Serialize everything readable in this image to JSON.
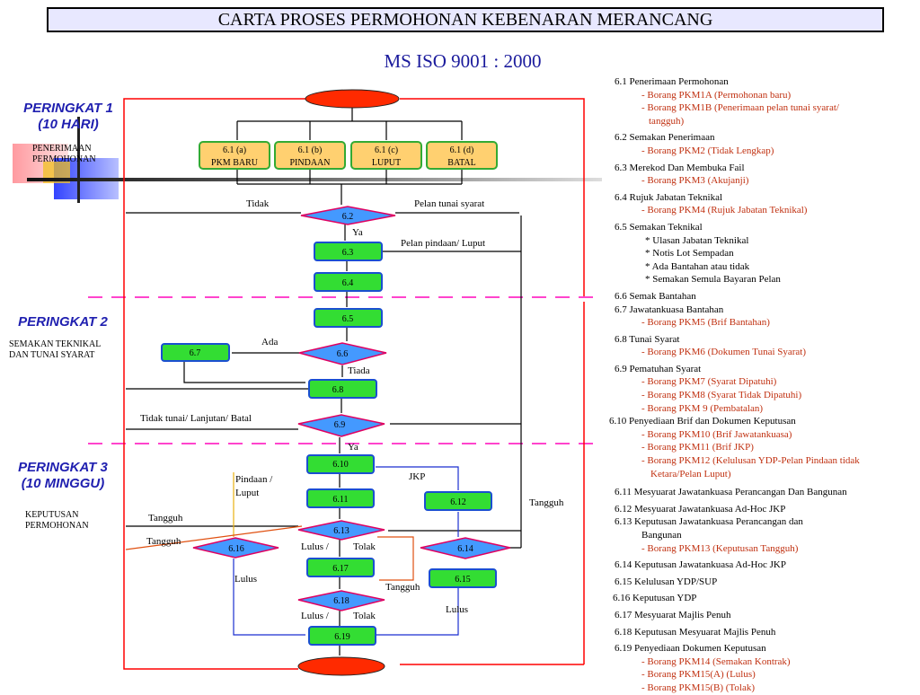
{
  "header": {
    "title": "CARTA PROSES PERMOHONAN KEBENARAN MERANCANG",
    "subtitle": "MS ISO 9001 : 2000"
  },
  "levels": [
    {
      "title": "PERINGKAT 1",
      "subtitle": "(10 HARI)",
      "desc": [
        "PENERIMAAN",
        "PERMOHONAN"
      ]
    },
    {
      "title": "PERINGKAT 2",
      "subtitle": "",
      "desc": [
        "SEMAKAN TEKNIKAL",
        "DAN TUNAI SYARAT"
      ]
    },
    {
      "title": "PERINGKAT 3",
      "subtitle": "(10 MINGGU)",
      "desc": [
        "KEPUTUSAN",
        "PERMOHONAN"
      ]
    }
  ],
  "flow": {
    "options": [
      {
        "code": "6.1 (a)",
        "label": "PKM BARU"
      },
      {
        "code": "6.1 (b)",
        "label": "PINDAAN"
      },
      {
        "code": "6.1 (c)",
        "label": "LUPUT"
      },
      {
        "code": "6.1 (d)",
        "label": "BATAL"
      }
    ],
    "steps": {
      "s63": "6.3",
      "s64": "6.4",
      "s65": "6.5",
      "s67": "6.7",
      "s68": "6.8",
      "s610": "6.10",
      "s611": "6.11",
      "s612": "6.12",
      "s615": "6.15",
      "s617": "6.17",
      "s619": "6.19"
    },
    "decisions": {
      "d62": "6.2",
      "d66": "6.6",
      "d69": "6.9",
      "d613": "6.13",
      "d614": "6.14",
      "d616": "6.16",
      "d618": "6.18"
    },
    "labels": {
      "tidak": "Tidak",
      "pelan_tunai": "Pelan tunai syarat",
      "ya1": "Ya",
      "pelan_pindaan": "Pelan pindaan/ Luput",
      "ada": "Ada",
      "tiada": "Tiada",
      "tidak_tunai": "Tidak tunai/ Lanjutan/ Batal",
      "ya2": "Ya",
      "pindaan_luput_1": "Pindaan /",
      "pindaan_luput_2": "Luput",
      "jkp": "JKP",
      "tangguh_right": "Tangguh",
      "tangguh_1": "Tangguh",
      "tangguh_2": "Tangguh",
      "lulus_tolak_1a": "Lulus /",
      "lulus_tolak_1b": "Tolak",
      "lulus_left": "Lulus",
      "tangguh_3": "Tangguh",
      "lulus_right": "Lulus",
      "lulus_tolak_2a": "Lulus /",
      "lulus_tolak_2b": "Tolak"
    }
  },
  "legend": {
    "l1": "6.1  Penerimaan Permohonan",
    "l1a": "- Borang PKM1A (Permohonan baru)",
    "l1b1": "- Borang PKM1B (Penerimaan pelan tunai syarat/",
    "l1b2": "tangguh)",
    "l2": "6.2  Semakan Penerimaan",
    "l2a": "- Borang PKM2 (Tidak Lengkap)",
    "l3": "6.3  Merekod Dan Membuka Fail",
    "l3a": "- Borang PKM3 (Akujanji)",
    "l4": "6.4  Rujuk Jabatan Teknikal",
    "l4a": "- Borang PKM4 (Rujuk Jabatan Teknikal)",
    "l5": "6.5  Semakan Teknikal",
    "l5a": "*  Ulasan Jabatan Teknikal",
    "l5b": "*  Notis Lot Sempadan",
    "l5c": "*  Ada Bantahan atau tidak",
    "l5d": "*  Semakan  Semula Bayaran Pelan",
    "l6": "6.6  Semak Bantahan",
    "l7": "6.7  Jawatankuasa Bantahan",
    "l7a": "- Borang PKM5 (Brif Bantahan)",
    "l8": "6.8  Tunai Syarat",
    "l8a": "- Borang PKM6 (Dokumen Tunai Syarat)",
    "l9": "6.9  Pematuhan Syarat",
    "l9a": "- Borang PKM7 (Syarat Dipatuhi)",
    "l9b": "- Borang PKM8 (Syarat Tidak Dipatuhi)",
    "l9c": "- Borang PKM 9 (Pembatalan)",
    "l10": "6.10  Penyediaan Brif dan Dokumen Keputusan",
    "l10a": "- Borang PKM10 (Brif Jawatankuasa)",
    "l10b": "- Borang PKM11 (Brif JKP)",
    "l10c1": "- Borang PKM12 (Kelulusan YDP-Pelan Pindaan tidak",
    "l10c2": "Ketara/Pelan Luput)",
    "l11": "6.11  Mesyuarat Jawatankuasa Perancangan Dan Bangunan",
    "l12": "6.12  Mesyuarat Jawatankuasa Ad-Hoc JKP",
    "l13a": "6.13  Keputusan Jawatankuasa Perancangan dan",
    "l13b": "Bangunan",
    "l13c": "- Borang PKM13 (Keputusan Tangguh)",
    "l14": "6.14  Keputusan Jawatankuasa Ad-Hoc JKP",
    "l15": "6.15  Kelulusan YDP/SUP",
    "l16": "6.16   Keputusan YDP",
    "l17": "6.17 Mesyuarat Majlis Penuh",
    "l18": "6.18  Keputusan Mesyuarat Majlis Penuh",
    "l19": "6.19  Penyediaan Dokumen Keputusan",
    "l19a": "- Borang PKM14 (Semakan Kontrak)",
    "l19b": "- Borang PKM15(A) (Lulus)",
    "l19c": "- Borang PKM15(B) (Tolak)"
  },
  "colors": {
    "terminal": "#ff2a00",
    "process": "#33dd33",
    "decision": "#4499ff",
    "option": "#ffd070",
    "border": "#1a4fd0",
    "frame": "#ff0000",
    "divider": "#ff44cc",
    "accent": "#2020b0"
  }
}
